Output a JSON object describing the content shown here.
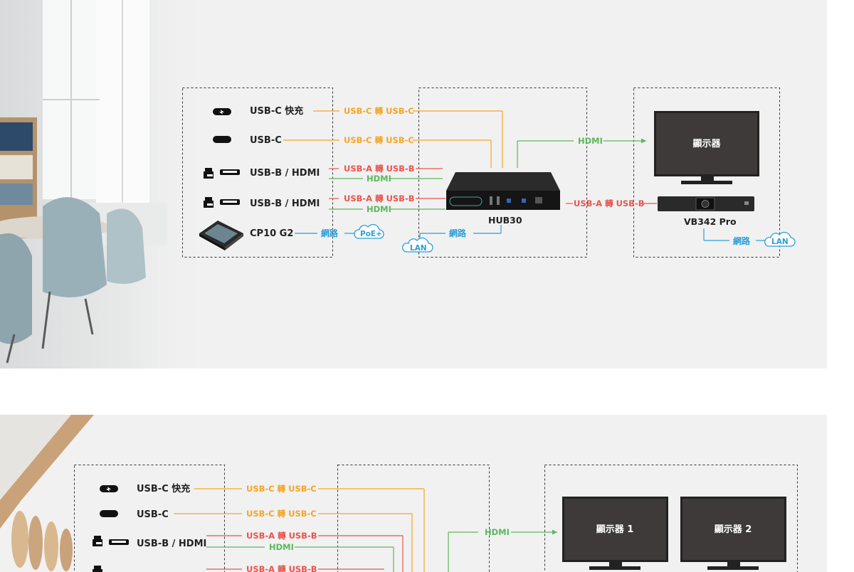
{
  "diagram1": {
    "inputs": [
      {
        "label": "USB-C 快充",
        "cable": "USB-C 轉 USB-C"
      },
      {
        "label": "USB-C",
        "cable": "USB-C 轉 USB-C"
      },
      {
        "label": "USB-B / HDMI",
        "cable_usb": "USB-A 轉 USB-B",
        "cable_hdmi": "HDMI"
      },
      {
        "label": "USB-B / HDMI",
        "cable_usb": "USB-A 轉 USB-B",
        "cable_hdmi": "HDMI"
      },
      {
        "label": "CP10 G2",
        "cable": "網路",
        "badge": "PoE+"
      }
    ],
    "hub": {
      "label": "HUB30",
      "network": "網路",
      "cloud": "LAN"
    },
    "display": {
      "label": "顯示器",
      "cable": "HDMI"
    },
    "camera": {
      "label": "VB342 Pro",
      "cable": "USB-A 轉 USB-B",
      "network": "網路",
      "cloud": "LAN"
    }
  },
  "diagram2": {
    "inputs": [
      {
        "label": "USB-C 快充",
        "cable": "USB-C 轉 USB-C"
      },
      {
        "label": "USB-C",
        "cable": "USB-C 轉 USB-C"
      },
      {
        "label": "USB-B / HDMI",
        "cable_usb": "USB-A 轉 USB-B",
        "cable_hdmi": "HDMI"
      },
      {
        "cable_usb": "USB-A 轉 USB-B"
      }
    ],
    "displays": [
      {
        "label": "顯示器 1"
      },
      {
        "label": "顯示器 2"
      }
    ],
    "display_cable": "HDMI"
  },
  "colors": {
    "usbc": "#f5a623",
    "usba": "#e8554e",
    "hdmi": "#5cb85c",
    "network": "#2a9fd8",
    "panel_bg": "#f1f1f1"
  }
}
